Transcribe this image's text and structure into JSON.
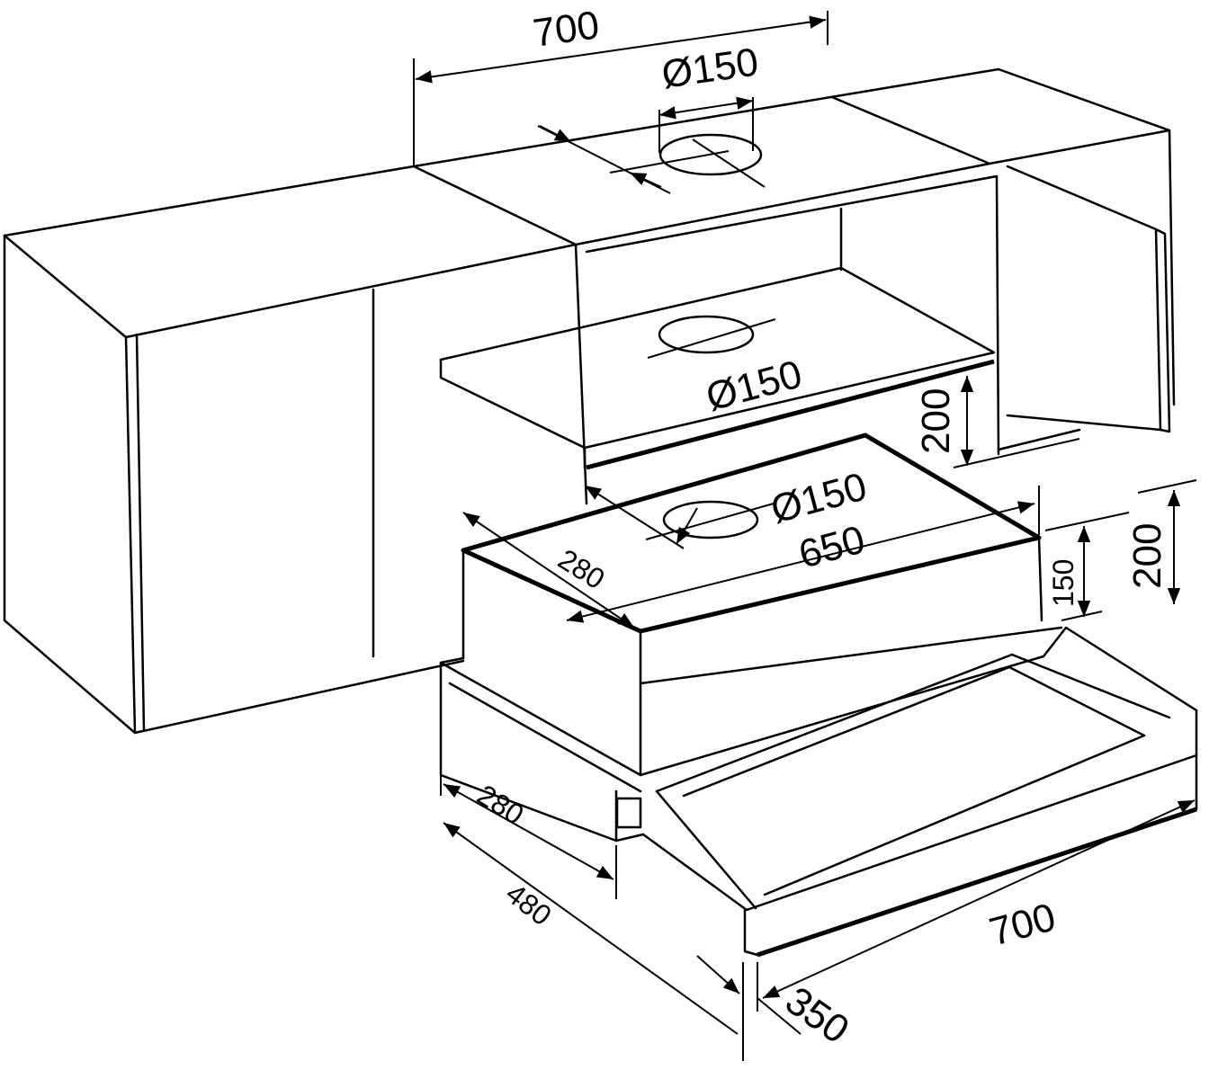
{
  "diagram": {
    "title": "",
    "dimensions": {
      "cabinet_width_top": "700",
      "duct_diameter_top": "Ø150",
      "duct_diameter_shelf": "Ø150",
      "shelf_clearance": "200",
      "duct_diameter_hood": "Ø150",
      "hood_width": "650",
      "hood_depth": "280",
      "hood_body_height": "150",
      "hood_total_height": "200",
      "front_depth": "280",
      "extended_depth": "480",
      "front_width": "700",
      "visor_depth": "350"
    }
  }
}
